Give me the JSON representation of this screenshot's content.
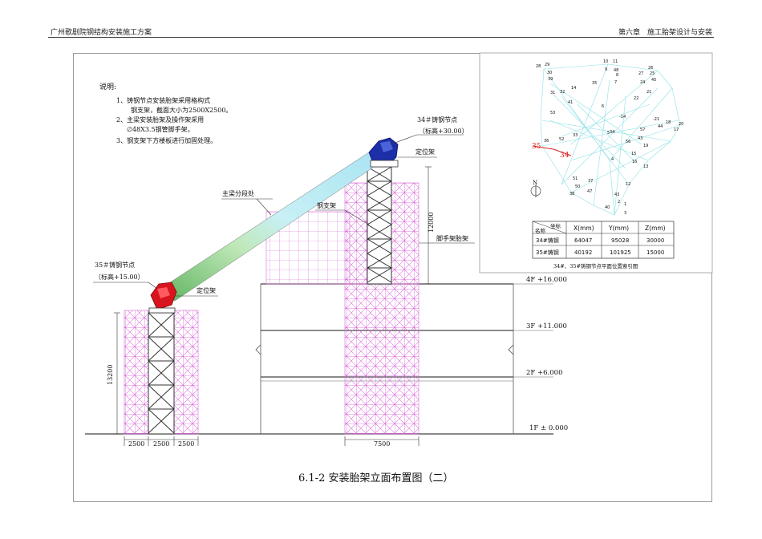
{
  "header": {
    "left": "广州歌剧院钢结构安装施工方案",
    "right": "第六章　施工胎架设计与安装"
  },
  "notes": {
    "title": "说明:",
    "lines": [
      "1、铸钢节点安装胎架采用格构式",
      "钢支架，截面大小为2500X2500。",
      "2、主梁安装胎架及操作架采用",
      "∅48X3.5钢管脚手架。",
      "3、钢支架下方楼板进行加固处理。"
    ]
  },
  "labels": {
    "node34_title": "34＃铸钢节点",
    "node34_elev": "（标高+30.00）",
    "node35_title": "35＃铸钢节点",
    "node35_elev": "（标高+15.00）",
    "locating_frame_top": "定位架",
    "locating_frame_bottom": "定位架",
    "beam_segment": "主梁分段处",
    "steel_support": "钢支架",
    "scaffold_frame": "脚手架胎架",
    "dim_12000": "12000",
    "dim_13200": "13200",
    "dim_2500_a": "2500",
    "dim_2500_b": "2500",
    "dim_2500_c": "2500",
    "dim_7500": "7500"
  },
  "floors": [
    {
      "name": "4F",
      "elev": "+16.000"
    },
    {
      "name": "3F",
      "elev": "+11.000"
    },
    {
      "name": "2F",
      "elev": "+6.000"
    },
    {
      "name": "1F",
      "elev": "± 0.000"
    }
  ],
  "plan_index": {
    "caption": "34#、35#铸钢节点平面位置索引图",
    "north": "N",
    "highlight_35": "35",
    "highlight_34": "34",
    "node_labels": [
      "28",
      "29",
      "30",
      "39",
      "10",
      "11",
      "9",
      "48",
      "8",
      "26",
      "27",
      "25",
      "45",
      "35",
      "7",
      "24",
      "31",
      "32",
      "14",
      "22",
      "41",
      "21",
      "53",
      "6",
      "-21",
      "18",
      "20",
      "44",
      "17",
      "36",
      "33",
      "-14",
      "57",
      "34",
      "52",
      "5",
      "56",
      "43",
      "19",
      "15",
      "4",
      "16",
      "13",
      "51",
      "37",
      "50",
      "38",
      "47",
      "12",
      "43",
      "2",
      "1",
      "3",
      "40"
    ]
  },
  "table": {
    "corner_top": "坐标",
    "corner_bottom": "名称",
    "headers": [
      "X(mm)",
      "Y(mm)",
      "Z(mm)"
    ],
    "rows": [
      {
        "name": "34#铸钢",
        "x": "64047",
        "y": "95028",
        "z": "30000"
      },
      {
        "name": "35#铸钢",
        "x": "40192",
        "y": "101925",
        "z": "15000"
      }
    ]
  },
  "figure_title": "6.1-2  安装胎架立面布置图（二）"
}
